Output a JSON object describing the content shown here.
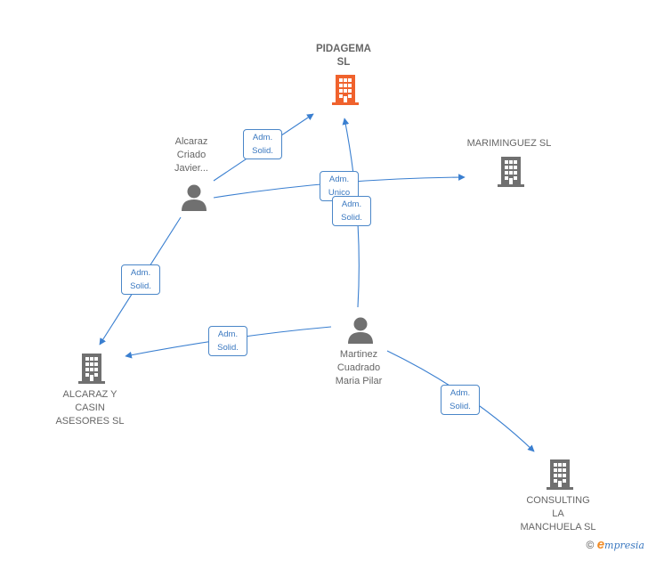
{
  "nodes": {
    "pidagema": {
      "label": "PIDAGEMA\nSL",
      "kind": "company",
      "color": "#f0622d"
    },
    "mariminguez": {
      "label": "MARIMINGUEZ SL",
      "kind": "company",
      "color": "#707070"
    },
    "alcaraz_casin": {
      "label": "ALCARAZ Y\nCASIN\nASESORES SL",
      "kind": "company",
      "color": "#707070"
    },
    "consulting": {
      "label": "CONSULTING\nLA\nMANCHUELA SL",
      "kind": "company",
      "color": "#707070"
    },
    "alcaraz_person": {
      "label": "Alcaraz\nCriado\nJavier...",
      "kind": "person",
      "color": "#707070"
    },
    "martinez_person": {
      "label": "Martinez\nCuadrado\nMaria Pilar",
      "kind": "person",
      "color": "#707070"
    }
  },
  "edges": [
    {
      "from": "alcaraz_person",
      "to": "pidagema",
      "label": "Adm.\nSolid."
    },
    {
      "from": "alcaraz_person",
      "to": "mariminguez",
      "label": "Adm.\nUnico"
    },
    {
      "from": "alcaraz_person",
      "to": "alcaraz_casin",
      "label": "Adm.\nSolid."
    },
    {
      "from": "martinez_person",
      "to": "pidagema",
      "label": "Adm.\nSolid."
    },
    {
      "from": "martinez_person",
      "to": "alcaraz_casin",
      "label": "Adm.\nSolid."
    },
    {
      "from": "martinez_person",
      "to": "consulting",
      "label": "Adm.\nSolid."
    }
  ],
  "colors": {
    "edge": "#3a7fd0",
    "edge_label_border": "#4a86c8",
    "focus_company": "#f0622d",
    "node": "#707070"
  },
  "footer": {
    "copyright": "©",
    "brand": "mpresia",
    "brand_initial": "e"
  }
}
